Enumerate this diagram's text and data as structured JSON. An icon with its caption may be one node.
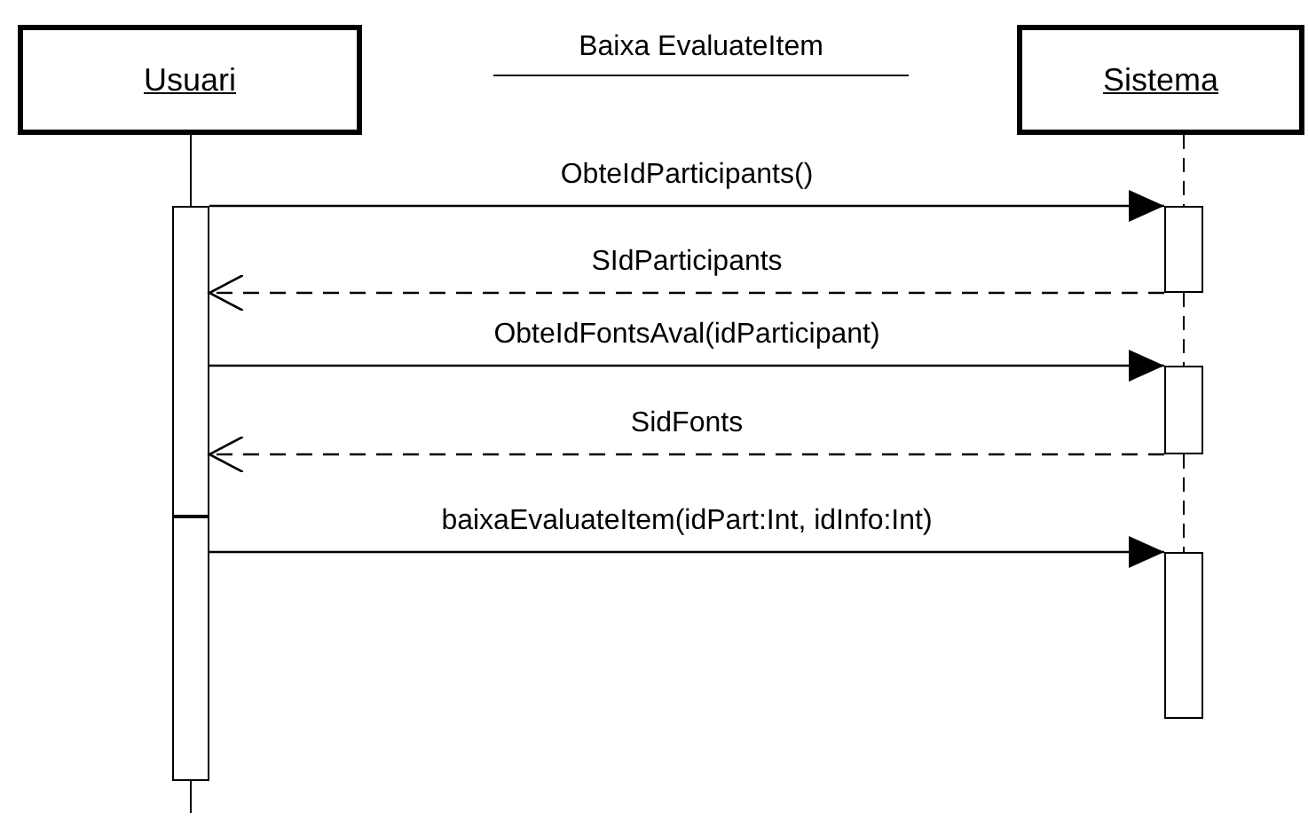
{
  "diagram": {
    "title": "Baixa EvaluateItem",
    "nodes": [
      {
        "text": [
          "Usuari"
        ]
      },
      {
        "text": [
          "Sistema"
        ]
      },
      {
        "text": [],
        "shape": "bar"
      },
      {
        "text": [],
        "shape": "bar"
      },
      {
        "text": [],
        "shape": "bar"
      },
      {
        "text": [],
        "shape": "bar"
      },
      {
        "text": [],
        "shape": "bar"
      }
    ],
    "edges": [
      {
        "from": 2,
        "to": 3,
        "arrow": "to",
        "label": "ObteIdParticipants()"
      },
      {
        "from": 3,
        "to": 2,
        "arrow": "to",
        "label": "SIdParticipants",
        "style": "dashed"
      },
      {
        "from": 2,
        "to": 4,
        "arrow": "to",
        "label": "ObteIdFontsAval(idParticipant)"
      },
      {
        "from": 4,
        "to": 2,
        "arrow": "to",
        "label": "SidFonts",
        "style": "dashed"
      },
      {
        "from": 5,
        "to": 6,
        "arrow": "to",
        "label": "baixaEvaluateItem(idPart:Int, idInfo:Int)"
      },
      {
        "from": 0,
        "to": 2,
        "arrow": "none"
      },
      {
        "from": 5,
        "to": null,
        "arrow": "none"
      },
      {
        "from": 1,
        "to": 3,
        "arrow": "none",
        "style": "dashed"
      },
      {
        "from": 3,
        "to": 4,
        "arrow": "none",
        "style": "dashed"
      },
      {
        "from": 4,
        "to": 6,
        "arrow": "none",
        "style": "dashed"
      }
    ]
  }
}
